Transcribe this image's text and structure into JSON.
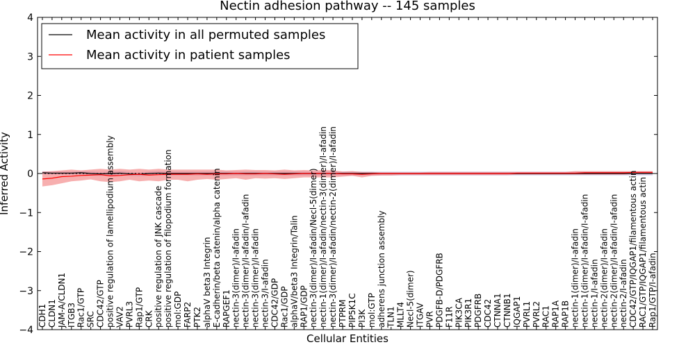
{
  "chart_data": {
    "type": "line",
    "title": "Nectin adhesion pathway -- 145 samples",
    "xlabel": "Cellular Entities",
    "ylabel": "Inferred Activity",
    "ylim": [
      -4,
      4
    ],
    "yticks": [
      -4,
      -3,
      -2,
      -1,
      0,
      1,
      2,
      3,
      4
    ],
    "ytick_labels": [
      "−4",
      "−3",
      "−2",
      "−1",
      "0",
      "1",
      "2",
      "3",
      "4"
    ],
    "grid": false,
    "legend": "top-left",
    "categories": [
      "CDH1",
      "CLDN1",
      "JAM-A/CLDN1",
      "ITGB3",
      "Rac1/GTP",
      "SRC",
      "CDC42/GTP",
      "positive regulation of lamellipodium assembly",
      "VAV2",
      "PVRL3",
      "Rap1/GTP",
      "CRK",
      "positive regulation of JNK cascade",
      "positive regulation of filopodium formation",
      "mol:GDP",
      "FARP2",
      "PTK2",
      "alphaV beta3 Integrin",
      "E-cadherin/beta catenin/alpha catenin",
      "RAPGEF1",
      "nectin-3(dimer)/I-afadin",
      "nectin-3(dimer)/I-afadin/I-afadin",
      "nectin-3(dimer)/I-afadin",
      "nectin-3/I-afadin",
      "CDC42/GDP",
      "Rac1/GDP",
      "alphaV/beta3 Integrin/Talin",
      "RAP1/GDP",
      "nectin-3(dimer)/I-afadin/Necl-5(dimer)",
      "nectin-1(dimer)/I-afadin/nectin-3(dimer)/I-afadin",
      "nectin-3(dimer)/I-afadin/nectin-2(dimer)/I-afadin",
      "PTPRM",
      "PIP5K1C",
      "PI3K",
      "mol:GTP",
      "adherens junction assembly",
      "TLN1",
      "MLLT4",
      "Necl-5(dimer)",
      "ITGAV",
      "PVR",
      "PDGFB-D/PDGFRB",
      "F11R",
      "PIK3CA",
      "PIK3R1",
      "PDGFRB",
      "CDC42",
      "CTNNA1",
      "CTNNB1",
      "IQGAP1",
      "PVRL1",
      "PVRL2",
      "RAC1",
      "RAP1A",
      "RAP1B",
      "nectin-1(dimer)/I-afadin",
      "nectin-1(dimer)/I-afadin/I-afadin",
      "nectin-1/I-afadin",
      "nectin-2(dimer)/I-afadin",
      "nectin-2(dimer)/I-afadin/I-afadin",
      "nectin-2/I-afadin",
      "CDC42/GTP/IQGAP1/filamentous actin",
      "RAC1/GTP/IQGAP1/filamentous actin",
      "Rap1/GTP/I-afadin"
    ],
    "series": [
      {
        "name": "Mean activity in all permuted samples",
        "color": "#000000",
        "values": [
          0.02,
          0.01,
          0.01,
          0.01,
          0.02,
          0.0,
          -0.01,
          0.0,
          0.01,
          -0.01,
          -0.02,
          0.0,
          0.01,
          0.0,
          0.0,
          0.0,
          0.0,
          0.0,
          0.0,
          0.0,
          0.0,
          0.0,
          0.0,
          0.0,
          0.0,
          0.0,
          0.0,
          0.0,
          0.0,
          0.0,
          0.0,
          0.0,
          0.0,
          0.0,
          0.0,
          0.0,
          0.0,
          0.0,
          0.0,
          0.0,
          0.0,
          0.0,
          0.0,
          0.0,
          0.0,
          0.0,
          0.0,
          0.0,
          0.0,
          0.0,
          0.0,
          0.0,
          0.0,
          0.0,
          0.0,
          0.0,
          0.0,
          0.0,
          0.0,
          0.0,
          0.0,
          0.0,
          0.0,
          0.0
        ],
        "band_upper": [
          0.06,
          0.05,
          0.05,
          0.05,
          0.06,
          0.05,
          0.04,
          0.05,
          0.06,
          0.04,
          0.03,
          0.05,
          0.06,
          0.05,
          0.05,
          0.05,
          0.05,
          0.05,
          0.05,
          0.05,
          0.05,
          0.05,
          0.05,
          0.05,
          0.05,
          0.05,
          0.05,
          0.05,
          0.05,
          0.05,
          0.05,
          0.05,
          0.05,
          0.05,
          0.05,
          0.05,
          0.05,
          0.05,
          0.05,
          0.05,
          0.05,
          0.05,
          0.05,
          0.05,
          0.05,
          0.05,
          0.05,
          0.05,
          0.05,
          0.05,
          0.05,
          0.05,
          0.05,
          0.05,
          0.05,
          0.05,
          0.05,
          0.05,
          0.05,
          0.05,
          0.05,
          0.05,
          0.05,
          0.05
        ],
        "band_lower": [
          -0.02,
          -0.03,
          -0.03,
          -0.03,
          -0.02,
          -0.05,
          -0.06,
          -0.05,
          -0.04,
          -0.06,
          -0.07,
          -0.05,
          -0.04,
          -0.05,
          -0.05,
          -0.05,
          -0.05,
          -0.05,
          -0.05,
          -0.05,
          -0.05,
          -0.05,
          -0.05,
          -0.05,
          -0.05,
          -0.05,
          -0.05,
          -0.05,
          -0.05,
          -0.05,
          -0.05,
          -0.05,
          -0.05,
          -0.05,
          -0.05,
          -0.05,
          -0.05,
          -0.05,
          -0.05,
          -0.05,
          -0.05,
          -0.05,
          -0.05,
          -0.05,
          -0.05,
          -0.05,
          -0.05,
          -0.05,
          -0.05,
          -0.05,
          -0.05,
          -0.05,
          -0.05,
          -0.05,
          -0.05,
          -0.05,
          -0.05,
          -0.05,
          -0.05,
          -0.05,
          -0.05,
          -0.05,
          -0.05,
          -0.05
        ]
      },
      {
        "name": "Mean activity in patient samples",
        "color": "#ff0000",
        "values": [
          -0.14,
          -0.12,
          -0.08,
          -0.07,
          -0.05,
          -0.04,
          -0.03,
          -0.06,
          -0.05,
          -0.03,
          -0.02,
          -0.04,
          -0.03,
          -0.02,
          -0.02,
          -0.02,
          -0.01,
          -0.02,
          -0.01,
          -0.01,
          0.0,
          -0.01,
          -0.01,
          0.0,
          -0.01,
          -0.02,
          -0.01,
          0.0,
          0.0,
          0.0,
          0.0,
          -0.01,
          -0.01,
          -0.02,
          -0.01,
          0.0,
          0.0,
          0.0,
          0.0,
          0.0,
          0.0,
          0.0,
          0.0,
          0.0,
          0.0,
          0.0,
          0.0,
          0.0,
          0.0,
          0.01,
          0.01,
          0.01,
          0.01,
          0.01,
          0.01,
          0.01,
          0.02,
          0.02,
          0.02,
          0.02,
          0.02,
          0.03,
          0.03,
          0.03
        ],
        "band_upper": [
          0.05,
          0.06,
          0.08,
          0.1,
          0.08,
          0.1,
          0.12,
          0.1,
          0.12,
          0.1,
          0.12,
          0.1,
          0.12,
          0.1,
          0.1,
          0.1,
          0.1,
          0.1,
          0.1,
          0.08,
          0.09,
          0.1,
          0.09,
          0.09,
          0.08,
          0.1,
          0.08,
          0.09,
          0.08,
          0.09,
          0.08,
          0.05,
          0.06,
          0.04,
          0.04,
          0.03,
          0.03,
          0.03,
          0.03,
          0.03,
          0.04,
          0.04,
          0.04,
          0.04,
          0.04,
          0.04,
          0.04,
          0.04,
          0.04,
          0.04,
          0.04,
          0.04,
          0.04,
          0.04,
          0.04,
          0.06,
          0.06,
          0.06,
          0.06,
          0.06,
          0.06,
          0.06,
          0.06,
          0.06
        ],
        "band_lower": [
          -0.33,
          -0.3,
          -0.25,
          -0.2,
          -0.18,
          -0.15,
          -0.2,
          -0.22,
          -0.2,
          -0.16,
          -0.2,
          -0.18,
          -0.2,
          -0.16,
          -0.16,
          -0.2,
          -0.16,
          -0.14,
          -0.16,
          -0.14,
          -0.12,
          -0.16,
          -0.12,
          -0.13,
          -0.12,
          -0.14,
          -0.12,
          -0.1,
          -0.1,
          -0.1,
          -0.1,
          -0.08,
          -0.06,
          -0.1,
          -0.06,
          -0.05,
          -0.05,
          -0.04,
          -0.04,
          -0.04,
          -0.04,
          -0.04,
          -0.04,
          -0.04,
          -0.04,
          -0.04,
          -0.04,
          -0.04,
          -0.04,
          -0.03,
          -0.03,
          -0.03,
          -0.03,
          -0.03,
          -0.03,
          -0.03,
          -0.03,
          -0.03,
          -0.03,
          -0.03,
          -0.03,
          -0.02,
          -0.02,
          -0.02
        ]
      }
    ]
  }
}
